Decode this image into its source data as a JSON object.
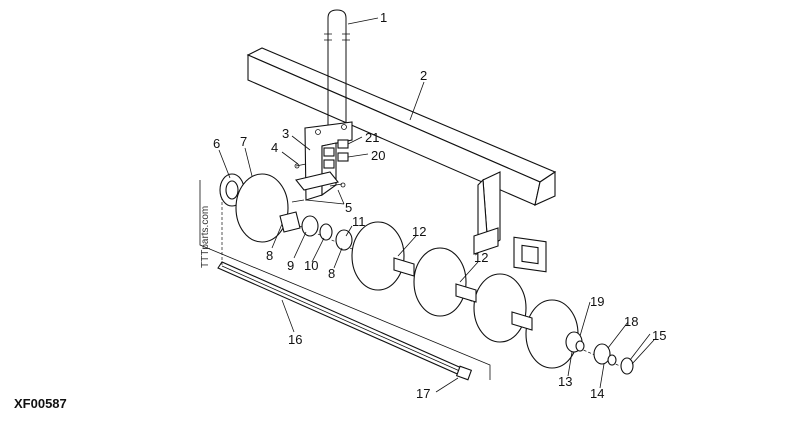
{
  "figure_code": "XF00587",
  "watermark": "TTTparts.com",
  "callouts": [
    "1",
    "2",
    "3",
    "4",
    "5",
    "6",
    "7",
    "8",
    "9",
    "10",
    "8",
    "11",
    "12",
    "12",
    "13",
    "14",
    "15",
    "16",
    "17",
    "18",
    "19",
    "20",
    "21"
  ]
}
